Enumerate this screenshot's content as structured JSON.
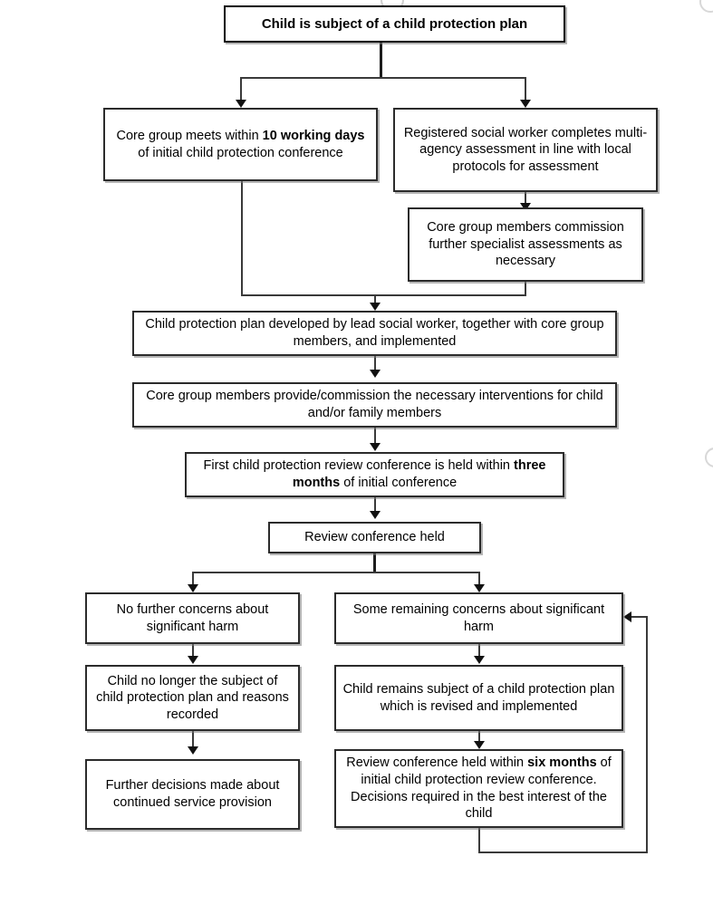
{
  "diagram": {
    "title": "Child protection plan process flowchart",
    "accent_color": "#2b2b2b",
    "background_color": "#ffffff",
    "nodes": {
      "n1": {
        "id": "child-subject-of-plan",
        "text": "Child is subject of a child protection plan",
        "emphasis": "all"
      },
      "n2": {
        "id": "core-group-meets",
        "text_parts": [
          {
            "t": "Core group meets within ",
            "b": false
          },
          {
            "t": "10 working days",
            "b": true
          },
          {
            "t": " of initial child protection conference",
            "b": false
          }
        ]
      },
      "n3": {
        "id": "registered-social-worker-assessment",
        "text": "Registered social worker completes multi-agency assessment in line with local protocols for assessment"
      },
      "n4": {
        "id": "commission-specialist-assessments",
        "text": "Core group members commission further specialist assessments as necessary"
      },
      "n5": {
        "id": "plan-developed",
        "text": "Child protection plan developed by lead social worker, together with core group members, and implemented"
      },
      "n6": {
        "id": "interventions-provided",
        "text": "Core group members provide/commission the necessary interventions for child and/or family members"
      },
      "n7": {
        "id": "first-review-conference",
        "text_parts": [
          {
            "t": "First child protection review conference is held within ",
            "b": false
          },
          {
            "t": "three months",
            "b": true
          },
          {
            "t": " of initial conference",
            "b": false
          }
        ]
      },
      "n8": {
        "id": "review-conference-held",
        "text": "Review conference held"
      },
      "n9": {
        "id": "no-further-concerns",
        "text": "No further concerns about significant harm"
      },
      "n10": {
        "id": "child-no-longer-subject",
        "text": "Child no longer the subject of child protection plan and reasons recorded"
      },
      "n11": {
        "id": "further-decisions-service-provision",
        "text": "Further decisions made about continued service provision"
      },
      "n12": {
        "id": "some-remaining-concerns",
        "text": "Some remaining concerns about significant harm"
      },
      "n13": {
        "id": "child-remains-subject",
        "text": "Child remains subject of a child protection plan which is revised and implemented"
      },
      "n14": {
        "id": "six-month-review-conference",
        "text_parts": [
          {
            "t": "Review conference held within ",
            "b": false
          },
          {
            "t": "six months",
            "b": true
          },
          {
            "t": " of initial child protection review conference. Decisions required in the best interest of the child",
            "b": false
          }
        ]
      }
    },
    "edges": [
      {
        "from": "n1",
        "to": "n2",
        "type": "split-left"
      },
      {
        "from": "n1",
        "to": "n3",
        "type": "split-right"
      },
      {
        "from": "n3",
        "to": "n4",
        "type": "straight-down"
      },
      {
        "from": "n2",
        "to": "n5",
        "type": "elbow-down-right"
      },
      {
        "from": "n4",
        "to": "n5",
        "type": "elbow-down-left"
      },
      {
        "from": "n5",
        "to": "n6",
        "type": "straight-down"
      },
      {
        "from": "n6",
        "to": "n7",
        "type": "straight-down"
      },
      {
        "from": "n7",
        "to": "n8",
        "type": "straight-down"
      },
      {
        "from": "n8",
        "to": "n9",
        "type": "split-left"
      },
      {
        "from": "n8",
        "to": "n12",
        "type": "split-right"
      },
      {
        "from": "n9",
        "to": "n10",
        "type": "straight-down"
      },
      {
        "from": "n10",
        "to": "n11",
        "type": "straight-down"
      },
      {
        "from": "n12",
        "to": "n13",
        "type": "straight-down"
      },
      {
        "from": "n13",
        "to": "n14",
        "type": "straight-down"
      },
      {
        "from": "n14",
        "to": "n12",
        "type": "feedback-loop-right"
      }
    ]
  }
}
